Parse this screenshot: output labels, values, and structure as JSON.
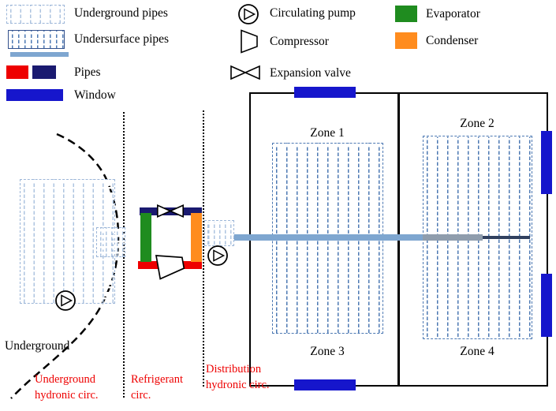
{
  "legend": {
    "underground_pipes": "Underground pipes",
    "undersurface_pipes": "Undersurface pipes",
    "pipes": "Pipes",
    "window": "Window",
    "circulating_pump": "Circulating pump",
    "compressor": "Compressor",
    "expansion_valve": "Expansion valve",
    "evaporator": "Evaporator",
    "condenser": "Condenser"
  },
  "zones": {
    "zone1": "Zone 1",
    "zone2": "Zone 2",
    "zone3": "Zone 3",
    "zone4": "Zone 4"
  },
  "annotations": {
    "underground": "Underground",
    "underground_hydronic_circ": "Underground\nhydronic circ.",
    "refrigerant_circ": "Refrigerant\ncirc.",
    "distribution_hydronic_circ": "Distribution\nhydronic circ."
  },
  "colors": {
    "evaporator": "#1f8c1f",
    "condenser": "#ff8c1e",
    "pipe_red": "#ee0000",
    "pipe_navy": "#1a1a70",
    "window_blue": "#1616cc",
    "distribution_line": "#7ea6d0",
    "underground_pipe_dash": "#aec4e0",
    "zone_pipe_dash": "#4d79b3",
    "annotation_red": "#ee0000"
  }
}
